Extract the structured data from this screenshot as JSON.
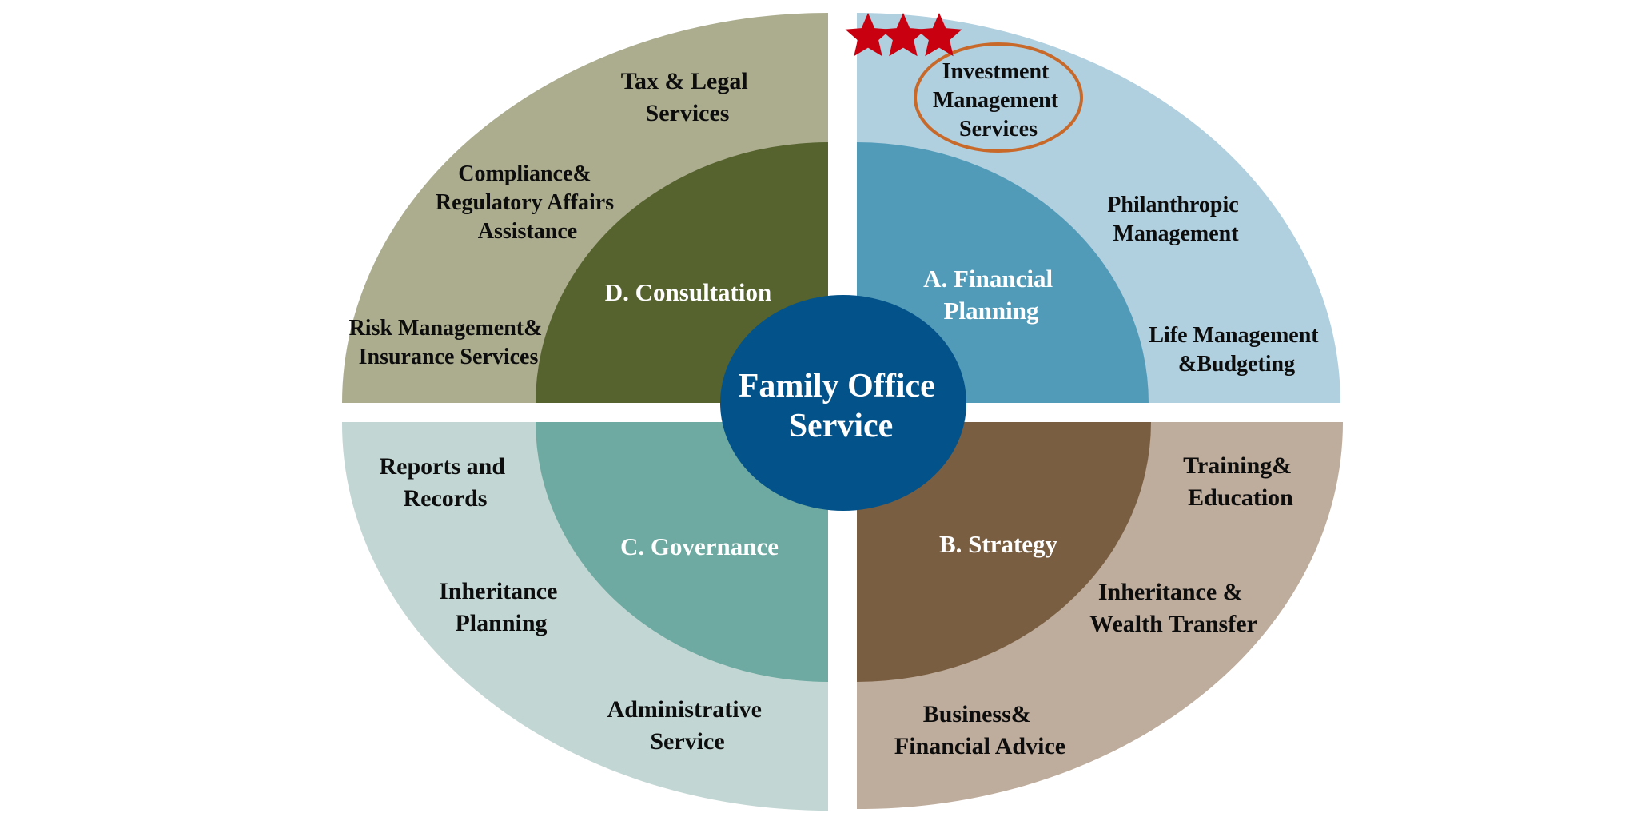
{
  "center": {
    "lines": [
      "Family Office",
      "Service"
    ]
  },
  "quadrants": {
    "financial_planning": {
      "label": [
        "A. Financial",
        "Planning"
      ],
      "inner_color": "#519bb9",
      "outer_color": "#b0cfdf",
      "items": [
        {
          "lines": [
            "Investment",
            "Management",
            "Services"
          ],
          "highlighted": true
        },
        {
          "lines": [
            "Philanthropic",
            "Management"
          ]
        },
        {
          "lines": [
            "Life Management",
            "&Budgeting"
          ]
        }
      ]
    },
    "strategy": {
      "label": [
        "B. Strategy"
      ],
      "inner_color": "#7a5e42",
      "outer_color": "#beac9c",
      "items": [
        {
          "lines": [
            "Training&",
            "Education"
          ]
        },
        {
          "lines": [
            "Inheritance &",
            "Wealth Transfer"
          ]
        },
        {
          "lines": [
            "Business&",
            "Financial Advice"
          ]
        }
      ]
    },
    "governance": {
      "label": [
        "C.  Governance"
      ],
      "inner_color": "#6eaaa1",
      "outer_color": "#c2d7d4",
      "items": [
        {
          "lines": [
            "Reports and",
            "Records"
          ]
        },
        {
          "lines": [
            "Inheritance",
            "Planning"
          ]
        },
        {
          "lines": [
            "Administrative",
            "Service"
          ]
        }
      ]
    },
    "consultation": {
      "label": [
        "D. Consultation"
      ],
      "inner_color": "#56632f",
      "outer_color": "#acad8f",
      "items": [
        {
          "lines": [
            "Tax & Legal",
            "Services"
          ]
        },
        {
          "lines": [
            "Compliance&",
            "Regulatory Affairs",
            "Assistance"
          ]
        },
        {
          "lines": [
            "Risk Management&",
            "Insurance Services"
          ]
        }
      ]
    }
  },
  "center_color": "#03538a",
  "highlight_ring_color": "#c8692a",
  "star_color": "#c8000f",
  "star_rating": 3
}
